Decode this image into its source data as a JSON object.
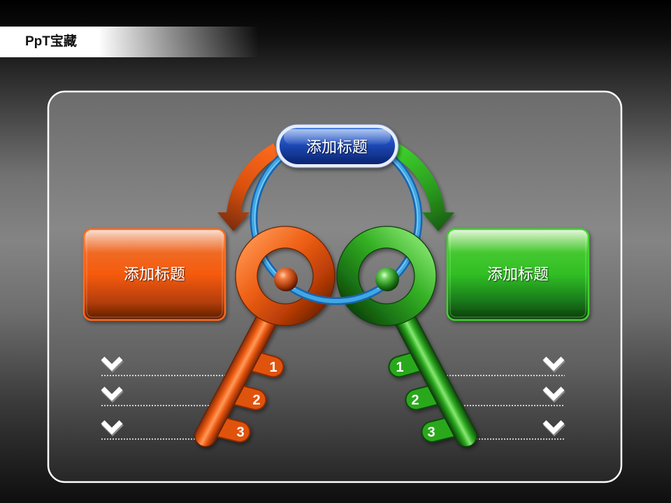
{
  "brand": {
    "text": "PpT宝藏"
  },
  "slide": {
    "top_title": {
      "text": "添加标题",
      "color": "#1d47b0"
    },
    "left_box": {
      "title": "添加标题",
      "color": "#f05a10"
    },
    "right_box": {
      "title": "添加标题",
      "color": "#2fbd24"
    },
    "left_key": {
      "color": "#e8560e",
      "tabs": [
        "1",
        "2",
        "3"
      ],
      "list_icons": [
        "chevron-down-icon",
        "chevron-down-icon",
        "chevron-down-icon"
      ]
    },
    "right_key": {
      "color": "#2aa81e",
      "tabs": [
        "1",
        "2",
        "3"
      ],
      "list_icons": [
        "chevron-down-icon",
        "chevron-down-icon",
        "chevron-down-icon"
      ]
    },
    "ring_color": "#2a9ad8",
    "arrows": {
      "left_color": "#f0601a",
      "right_color": "#2fb82a"
    },
    "frame_border_color": "#ffffff"
  }
}
